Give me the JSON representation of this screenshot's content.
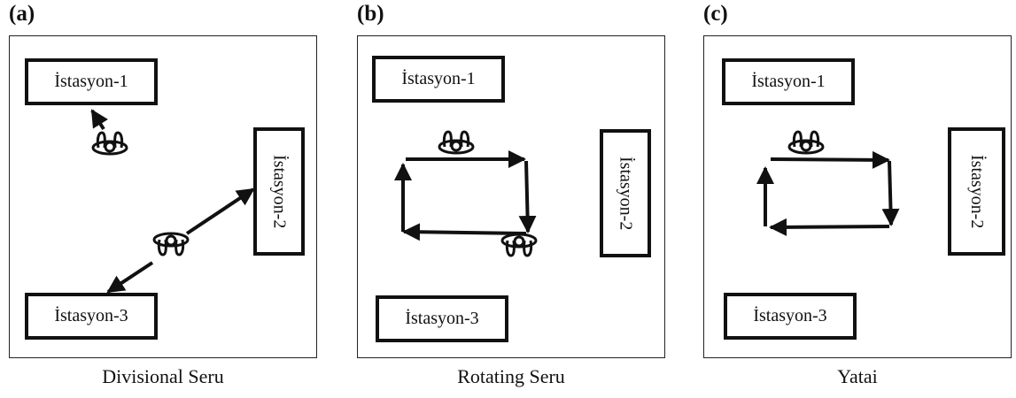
{
  "panels": [
    {
      "label": "(a)",
      "caption": "Divisional Seru",
      "stations": [
        "İstasyon-1",
        "İstasyon-2",
        "İstasyon-3"
      ]
    },
    {
      "label": "(b)",
      "caption": "Rotating Seru",
      "stations": [
        "İstasyon-1",
        "İstasyon-2",
        "İstasyon-3"
      ]
    },
    {
      "label": "(c)",
      "caption": "Yatai",
      "stations": [
        "İstasyon-1",
        "İstasyon-2",
        "İstasyon-3"
      ]
    }
  ]
}
